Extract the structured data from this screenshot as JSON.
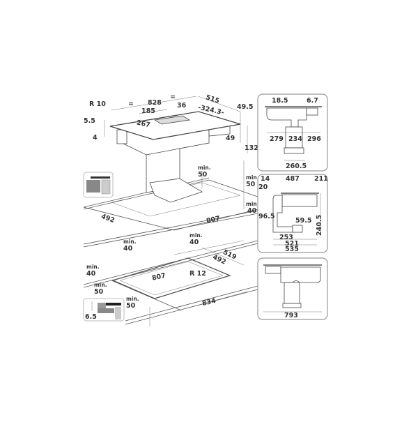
{
  "main_view": {
    "eq1": "=",
    "width_828": "828",
    "eq2": "=",
    "depth_515": "515",
    "d36": "36",
    "d185": "185",
    "d324": "-324.3-",
    "d49_5": "49.5",
    "r10": "R 10",
    "d5_5": "5.5",
    "d4": "4",
    "d267": "267",
    "d49": "49",
    "d132": "132",
    "min_label": "min.",
    "clear_50_a": "50",
    "clear_50_b": "50",
    "clear_40_a": "40",
    "d492": "492",
    "d807": "807",
    "clear_40_b": "40"
  },
  "cutout_view": {
    "min_label": "min.",
    "clear_40_top": "40",
    "d519": "519",
    "d492": "492",
    "d807": "807",
    "r12": "R 12",
    "clear_40_left": "40",
    "clear_50_left": "50",
    "clear_50_front": "50",
    "d834": "834",
    "d6_5": "6.5"
  },
  "side_view_1": {
    "d18_5": "18.5",
    "d6_7": "6.7",
    "d279": "279",
    "d234": "234",
    "d296": "296",
    "d260_5": "260.5"
  },
  "side_view_2": {
    "d14": "14",
    "d487": "487",
    "d211": "211",
    "d20": "20",
    "d96_5": "96.5",
    "d59_5": "59.5",
    "d240_5": "240.5",
    "d253": "253",
    "d521": "521",
    "d535": "535"
  },
  "side_view_3": {
    "d793": "793"
  }
}
